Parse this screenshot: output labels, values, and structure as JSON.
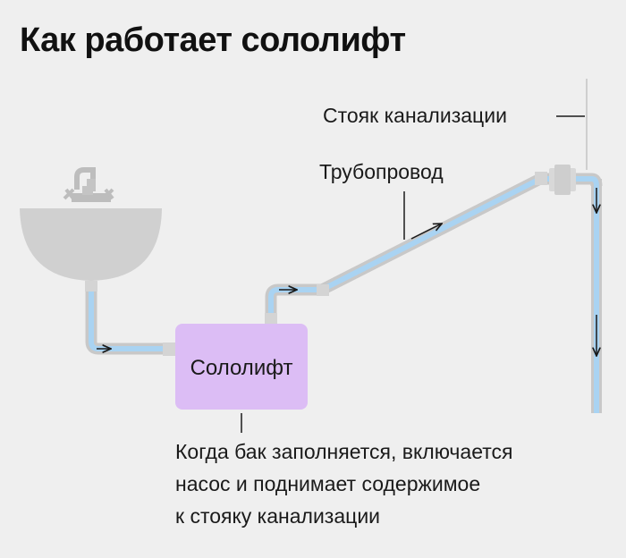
{
  "title": "Как работает сололифт",
  "labels": {
    "riser": "Стояк канализации",
    "pipeline": "Трубопровод",
    "unit": "Сололифт"
  },
  "caption": {
    "line1": "Когда бак заполняется, включается",
    "line2": "насос и поднимает содержимое",
    "line3": "к стояку канализации"
  },
  "colors": {
    "background": "#efefef",
    "sink": "#d0d0d0",
    "faucet": "#bdbdbd",
    "pipe_outline": "#c8c8c8",
    "water": "#a9d3f2",
    "unit": "#dcbdf5",
    "text": "#1a1a1a"
  }
}
